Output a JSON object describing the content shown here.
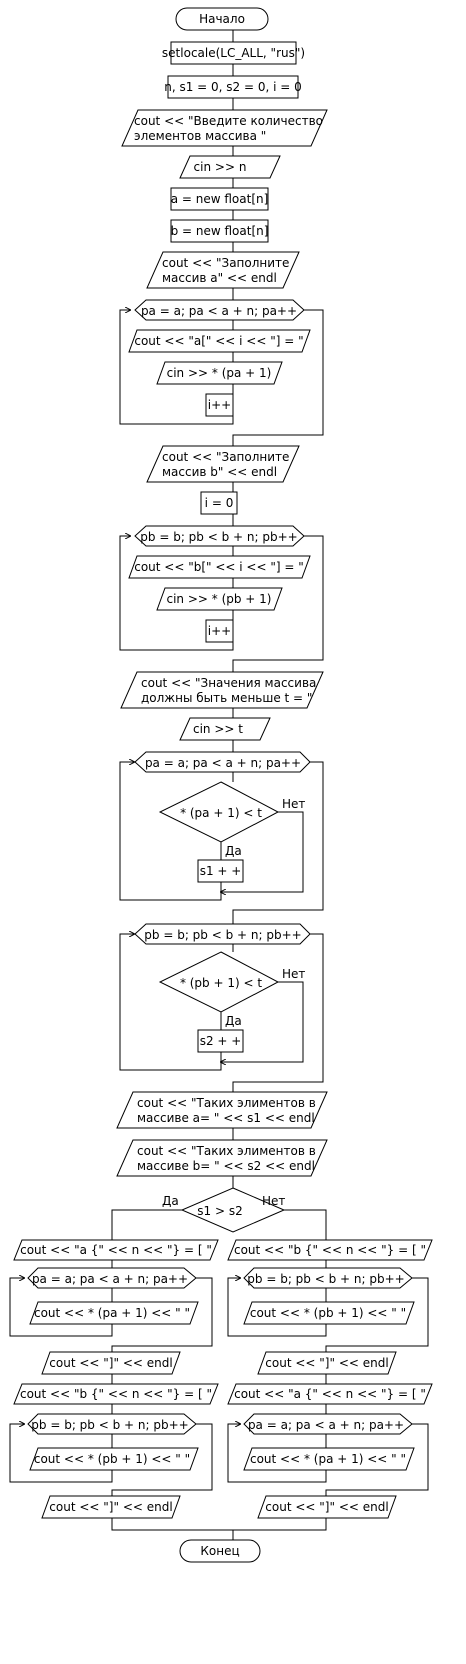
{
  "nodes": {
    "start": "Начало",
    "setlocale": "setlocale(LC_ALL, \"rus\")",
    "init_vars": "n, s1 = 0, s2 = 0, i = 0",
    "prompt_count": [
      "cout << \"Введите количество",
      "элементов массива \""
    ],
    "cin_n": "cin >> n",
    "alloc_a": "a = new float[n]",
    "alloc_b": "b = new float[n]",
    "fill_a_prompt": [
      "cout << \"Заполните",
      "массив a\" << endl"
    ],
    "loop_a_fill": "pa = a; pa < a + n; pa++",
    "out_a_index": "cout << \"a[\" << i << \"] = \"",
    "cin_pa": "cin >> * (pa + 1)",
    "inc_i_a": "i++",
    "fill_b_prompt": [
      "cout << \"Заполните",
      "массив b\" << endl"
    ],
    "reset_i": "i = 0",
    "loop_b_fill": "pb = b; pb < b + n; pb++",
    "out_b_index": "cout << \"b[\" << i << \"] = \"",
    "cin_pb": "cin >> * (pb + 1)",
    "inc_i_b": "i++",
    "prompt_t": [
      "cout << \"Значения массива",
      "должны быть меньше t = \""
    ],
    "cin_t": "cin >> t",
    "loop_a_count": "pa = a; pa < a + n; pa++",
    "cond_a": "* (pa + 1) < t",
    "s1_inc": "s1 + +",
    "loop_b_count": "pb = b; pb < b + n; pb++",
    "cond_b": "* (pb + 1) < t",
    "s2_inc": "s2 + +",
    "out_s1": [
      "cout << \"Таких элиментов в",
      "массиве a= \" << s1 << endl"
    ],
    "out_s2": [
      "cout << \"Таких элиментов в",
      "массиве b= \" << s2 << endl"
    ],
    "cond_compare": "s1 > s2",
    "left_out_a_head": "cout << \"a {\" << n << \"} = [ \"",
    "left_loop_a": "pa = a; pa < a + n; pa++",
    "left_out_pa": "cout << * (pa + 1) << \" \"",
    "left_close_a": "cout << \"]\" << endl",
    "left_out_b_head": "cout << \"b {\" << n << \"} = [ \"",
    "left_loop_b": "pb = b; pb < b + n; pb++",
    "left_out_pb": "cout << * (pb + 1) << \" \"",
    "left_close_b": "cout << \"]\" << endl",
    "right_out_b_head": "cout << \"b {\" << n << \"} = [ \"",
    "right_loop_b": "pb = b; pb < b + n; pb++",
    "right_out_pb": "cout << * (pb + 1) << \" \"",
    "right_close_b": "cout << \"]\" << endl",
    "right_out_a_head": "cout << \"a {\" << n << \"} = [ \"",
    "right_loop_a": "pa = a; pa < a + n; pa++",
    "right_out_pa": "cout << * (pa + 1) << \" \"",
    "right_close_a": "cout << \"]\" << endl",
    "end": "Конец"
  },
  "branch_labels": {
    "yes": "Да",
    "no": "Нет"
  }
}
